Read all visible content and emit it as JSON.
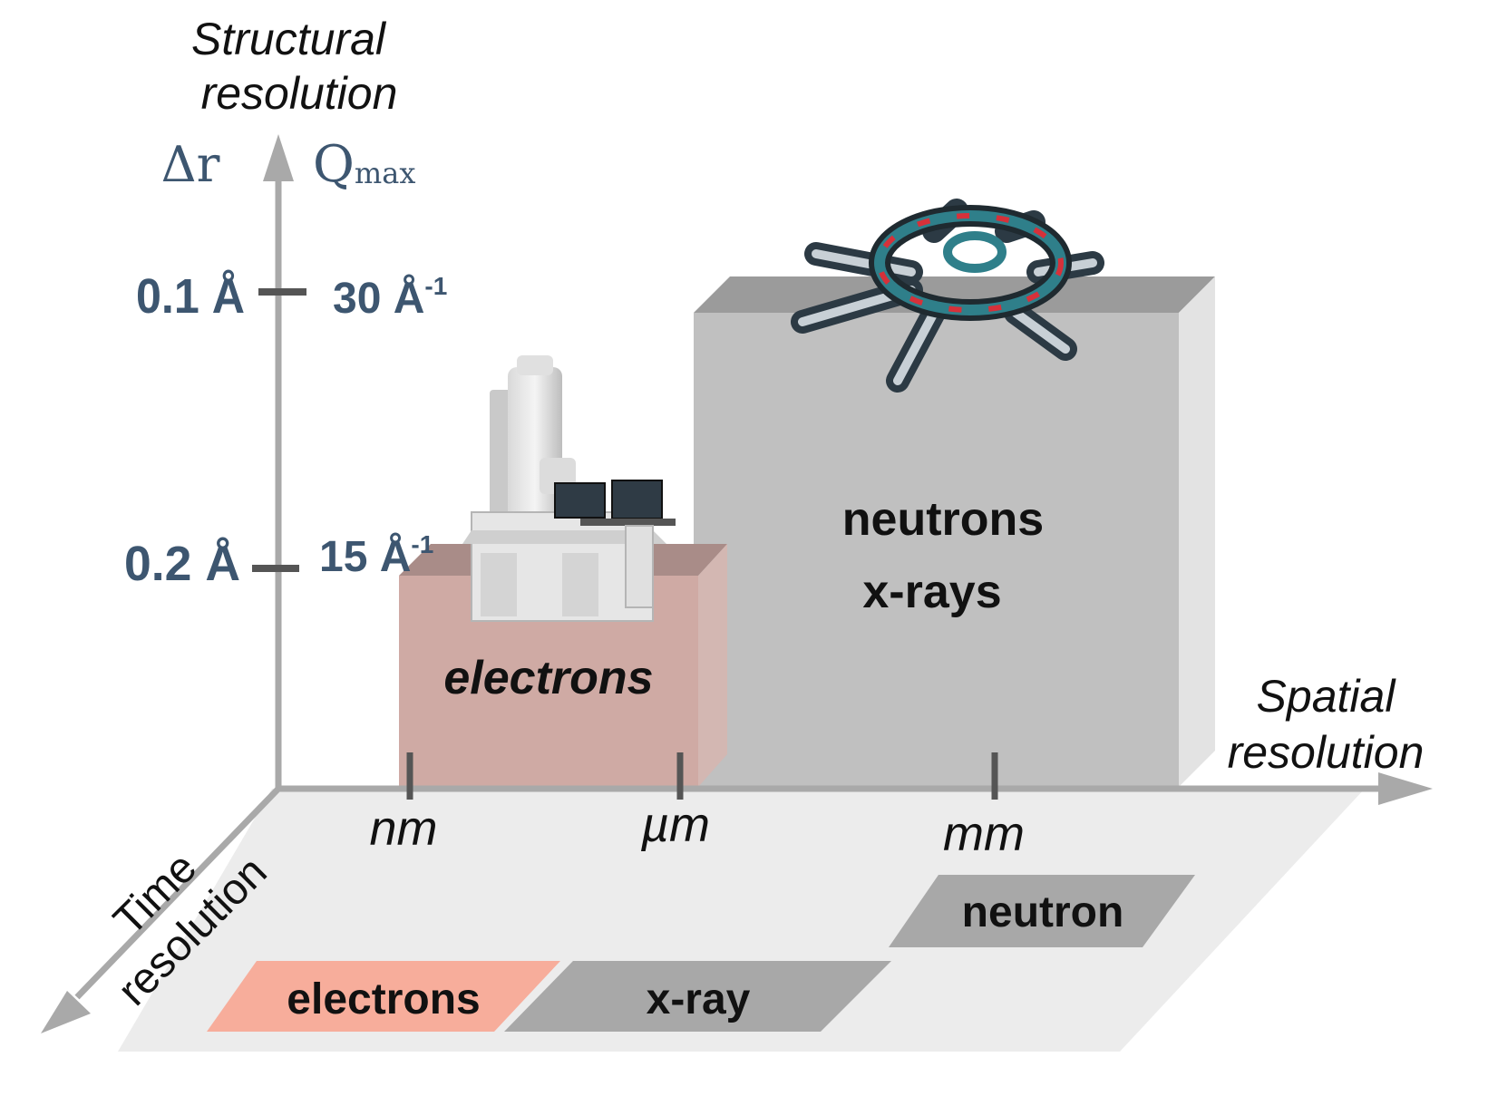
{
  "axes": {
    "y_title_line1": "Structural",
    "y_title_line2": "resolution",
    "y_left_symbol": "Δr",
    "y_right_symbol": "Q",
    "y_right_symbol_sub": "max",
    "x_title_line1": "Spatial",
    "x_title_line2": "resolution",
    "z_title_line1": "Time",
    "z_title_line2": "resolution"
  },
  "y_ticks": [
    {
      "left": "0.1 Å",
      "right": "30 Å",
      "right_sup": "-1"
    },
    {
      "left": "0.2 Å",
      "right": "15 Å",
      "right_sup": "-1"
    }
  ],
  "x_ticks": [
    "nm",
    "µm",
    "mm"
  ],
  "blocks": {
    "electrons": "electrons",
    "neutrons": "neutrons",
    "xrays": "x-rays"
  },
  "floor_bands": {
    "electrons": "electrons",
    "xray": "x-ray",
    "neutron": "neutron"
  },
  "colors": {
    "axis": "#a9a9a9",
    "label_blue": "#3d5670",
    "electron_block": "#cfaaa4",
    "electron_band": "#f7ad9b",
    "gray_block": "#c0c0c0",
    "gray_band": "#a8a8a8",
    "floor": "#ececec"
  },
  "icons": [
    "electron-microscope-icon",
    "synchrotron-ring-icon"
  ]
}
